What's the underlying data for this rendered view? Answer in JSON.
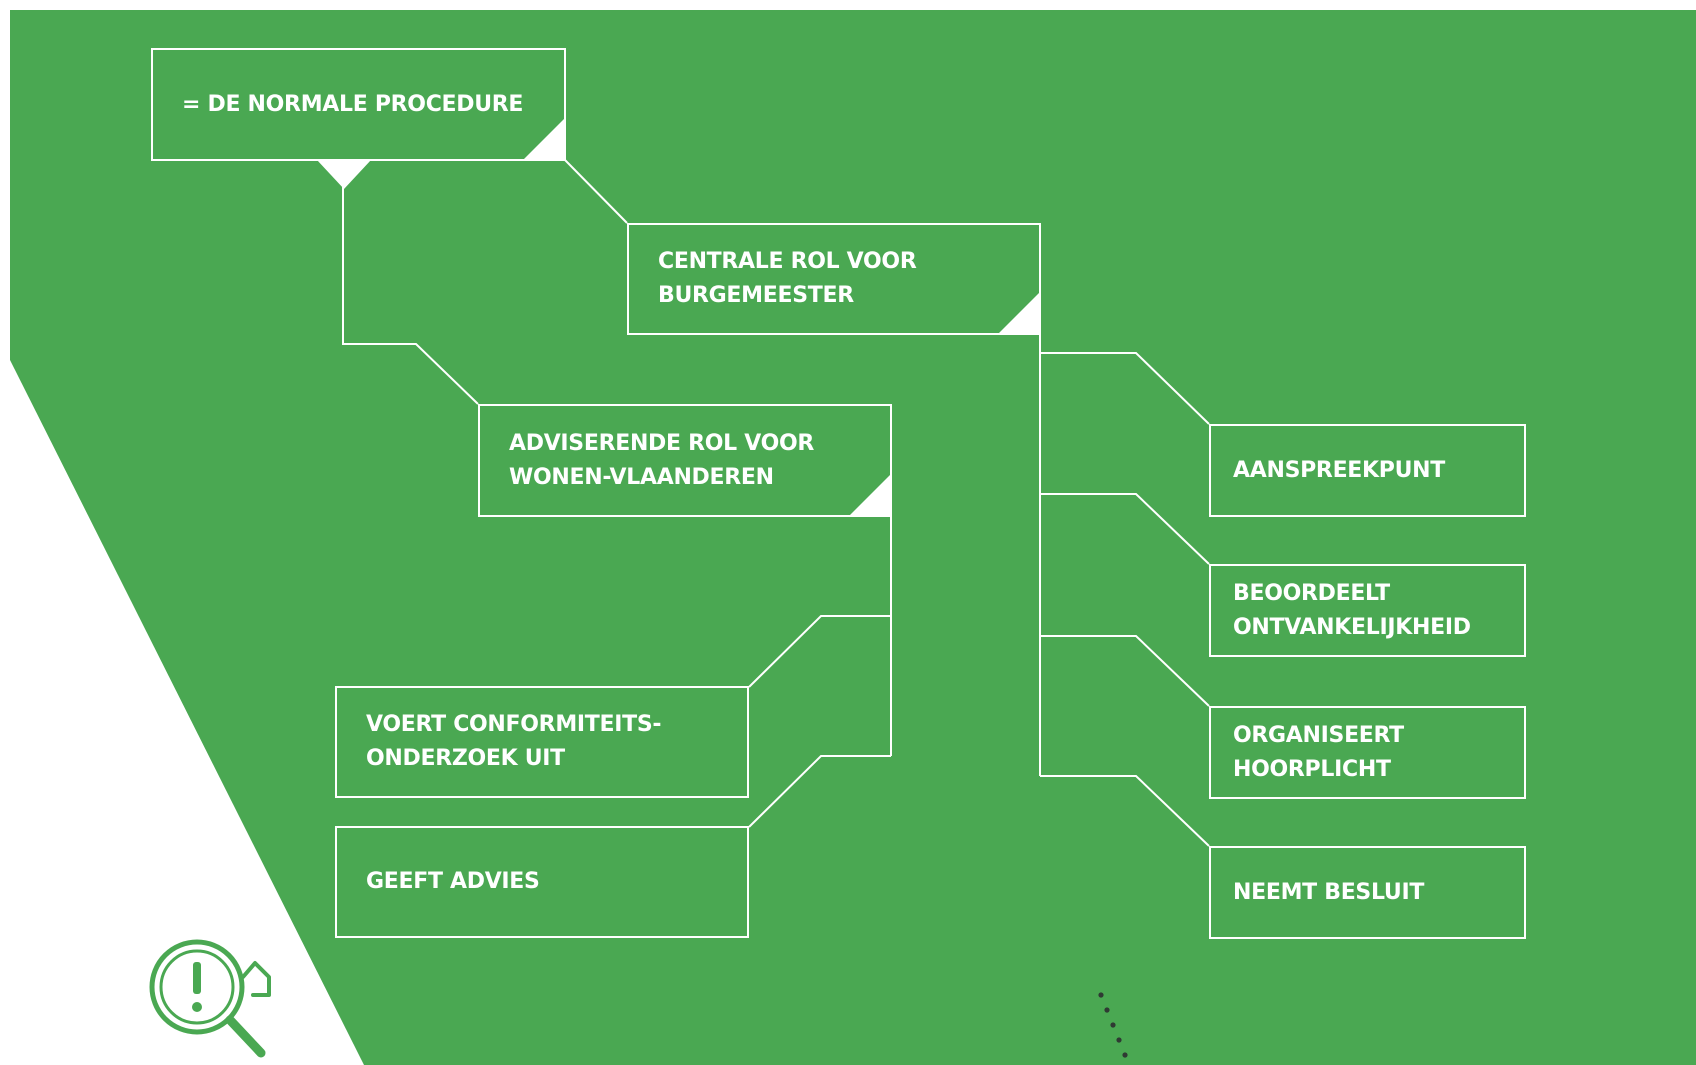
{
  "colors": {
    "background": "#4aa852",
    "outside": "#ffffff",
    "line": "#ffffff",
    "icon": "#4aa852"
  },
  "diagram": {
    "root": {
      "label": "= DE NORMALE PROCEDURE"
    },
    "centrale": {
      "label": "CENTRALE ROL VOOR\nBURGEMEESTER"
    },
    "adviserende": {
      "label": "ADVISERENDE ROL VOOR\nWONEN-VLAANDEREN"
    },
    "burgemeester_tasks": [
      {
        "label": "AANSPREEKPUNT"
      },
      {
        "label": "BEOORDEELT\nONTVANKELIJKHEID"
      },
      {
        "label": "ORGANISEERT\nHOORPLICHT"
      },
      {
        "label": "NEEMT BESLUIT"
      }
    ],
    "wonen_tasks": [
      {
        "label": "VOERT CONFORMITEITS-\nONDERZOEK UIT"
      },
      {
        "label": "GEEFT ADVIES"
      }
    ]
  },
  "icon": {
    "name": "magnifier-exclamation-house-icon"
  }
}
